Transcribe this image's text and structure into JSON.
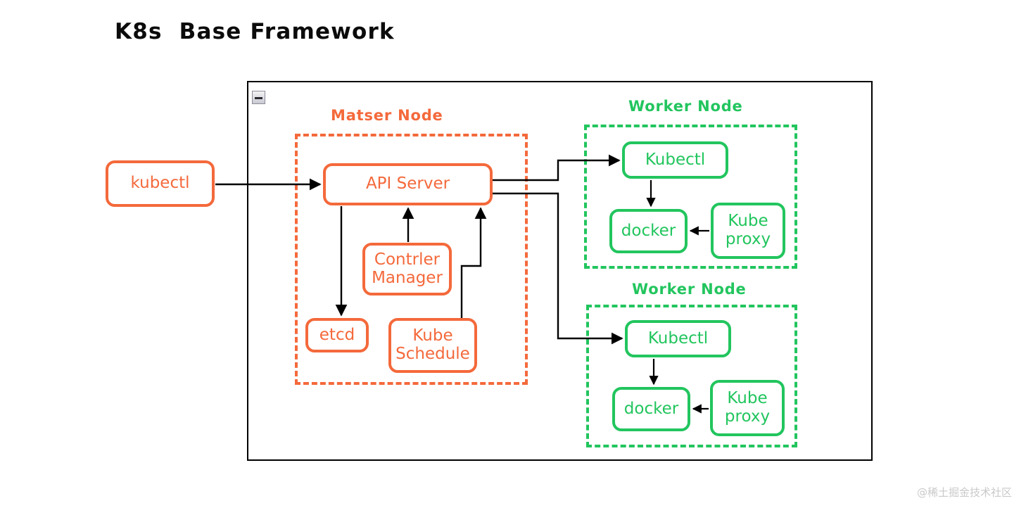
{
  "page": {
    "title": "K8s  Base Framework",
    "watermark": "@稀土掘金技术社区"
  },
  "frame": {
    "collapse_icon": "minimize-icon"
  },
  "colors": {
    "orange": "#f4693b",
    "green": "#22c55e",
    "connector": "#000000",
    "frame": "#000000",
    "watermark": "#c9c9c9"
  },
  "groups": [
    {
      "id": "master",
      "label": "Matser Node",
      "color": "#f4693b"
    },
    {
      "id": "worker1",
      "label": "Worker Node",
      "color": "#22c55e"
    },
    {
      "id": "worker2",
      "label": "Worker Node",
      "color": "#22c55e"
    }
  ],
  "nodes": {
    "client_kubectl": "kubectl",
    "api_server": "API Server",
    "controller_manager": "Contrler\nManager",
    "etcd": "etcd",
    "kube_schedule": "Kube\nSchedule",
    "worker1_kubectl": "Kubectl",
    "worker1_docker": "docker",
    "worker1_kube_proxy": "Kube\nproxy",
    "worker2_kubectl": "Kubectl",
    "worker2_docker": "docker",
    "worker2_kube_proxy": "Kube\nproxy"
  },
  "connections": [
    {
      "from": "client_kubectl",
      "to": "api_server"
    },
    {
      "from": "api_server",
      "to": "etcd"
    },
    {
      "from": "controller_manager",
      "to": "api_server"
    },
    {
      "from": "kube_schedule",
      "to": "api_server"
    },
    {
      "from": "api_server",
      "to": "worker1_kubectl"
    },
    {
      "from": "api_server",
      "to": "worker2_kubectl"
    },
    {
      "from": "worker1_kubectl",
      "to": "worker1_docker"
    },
    {
      "from": "worker1_kube_proxy",
      "to": "worker1_docker"
    },
    {
      "from": "worker2_kubectl",
      "to": "worker2_docker"
    },
    {
      "from": "worker2_kube_proxy",
      "to": "worker2_docker"
    }
  ]
}
